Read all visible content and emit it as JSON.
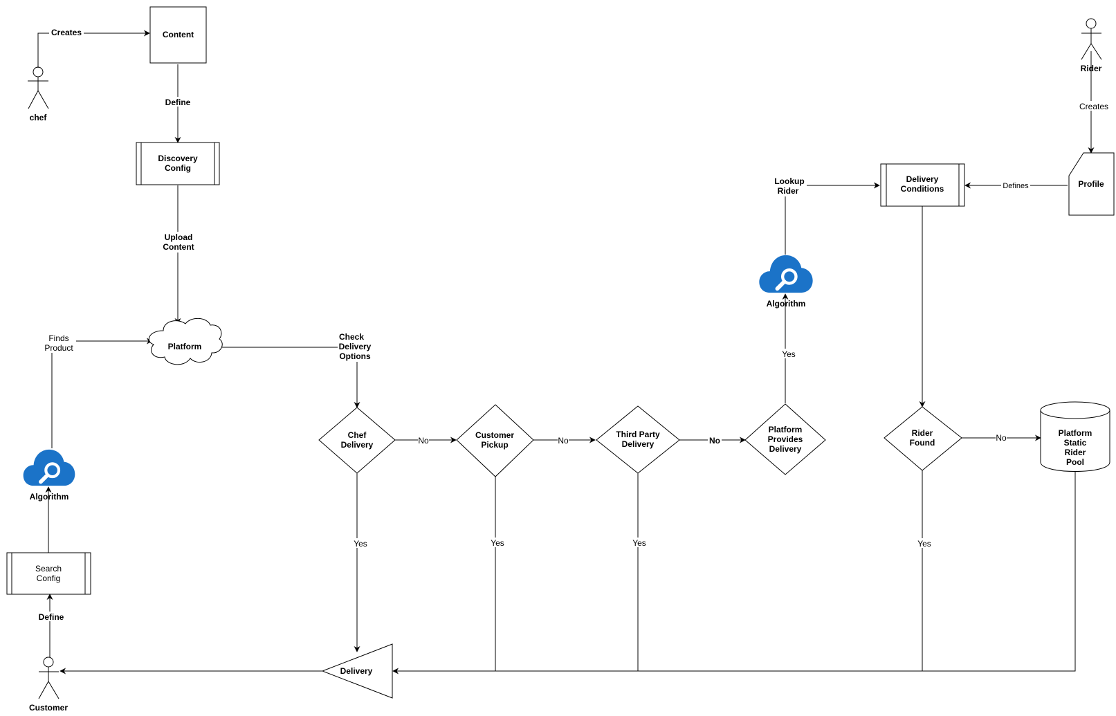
{
  "actors": {
    "chef": "chef",
    "rider": "Rider",
    "customer": "Customer"
  },
  "nodes": {
    "content": "Content",
    "discovery_config": [
      "Discovery",
      "Config"
    ],
    "platform": "Platform",
    "search_config": [
      "Search",
      "Config"
    ],
    "algorithm_left": "Algorithm",
    "algorithm_right": "Algorithm",
    "chef_delivery": [
      "Chef",
      "Delivery"
    ],
    "customer_pickup": [
      "Customer",
      "Pickup"
    ],
    "third_party_delivery": [
      "Third Party",
      "Delivery"
    ],
    "platform_provides_delivery": [
      "Platform",
      "Provides",
      "Delivery"
    ],
    "delivery_conditions": [
      "Delivery",
      "Conditions"
    ],
    "profile": "Profile",
    "rider_found": [
      "Rider",
      "Found"
    ],
    "rider_pool": [
      "Platform",
      "Static",
      "Rider",
      "Pool"
    ],
    "delivery": "Delivery"
  },
  "edges": {
    "creates_chef": "Creates",
    "define_top": "Define",
    "upload_content": [
      "Upload",
      "Content"
    ],
    "finds_product": [
      "Finds",
      "Product"
    ],
    "check_delivery_options": [
      "Check",
      "Delivery",
      "Options"
    ],
    "define_bottom": "Define",
    "no_1": "No",
    "no_2": "No",
    "no_3": "No",
    "no_4": "No",
    "yes_chef": "Yes",
    "yes_pickup": "Yes",
    "yes_third": "Yes",
    "yes_platform": "Yes",
    "yes_rider": "Yes",
    "lookup_rider": [
      "Lookup",
      "Rider"
    ],
    "creates_rider": "Creates",
    "defines": "Defines"
  },
  "icons": {
    "algorithm": "cloud-search-icon",
    "color": "#1b73c8"
  }
}
